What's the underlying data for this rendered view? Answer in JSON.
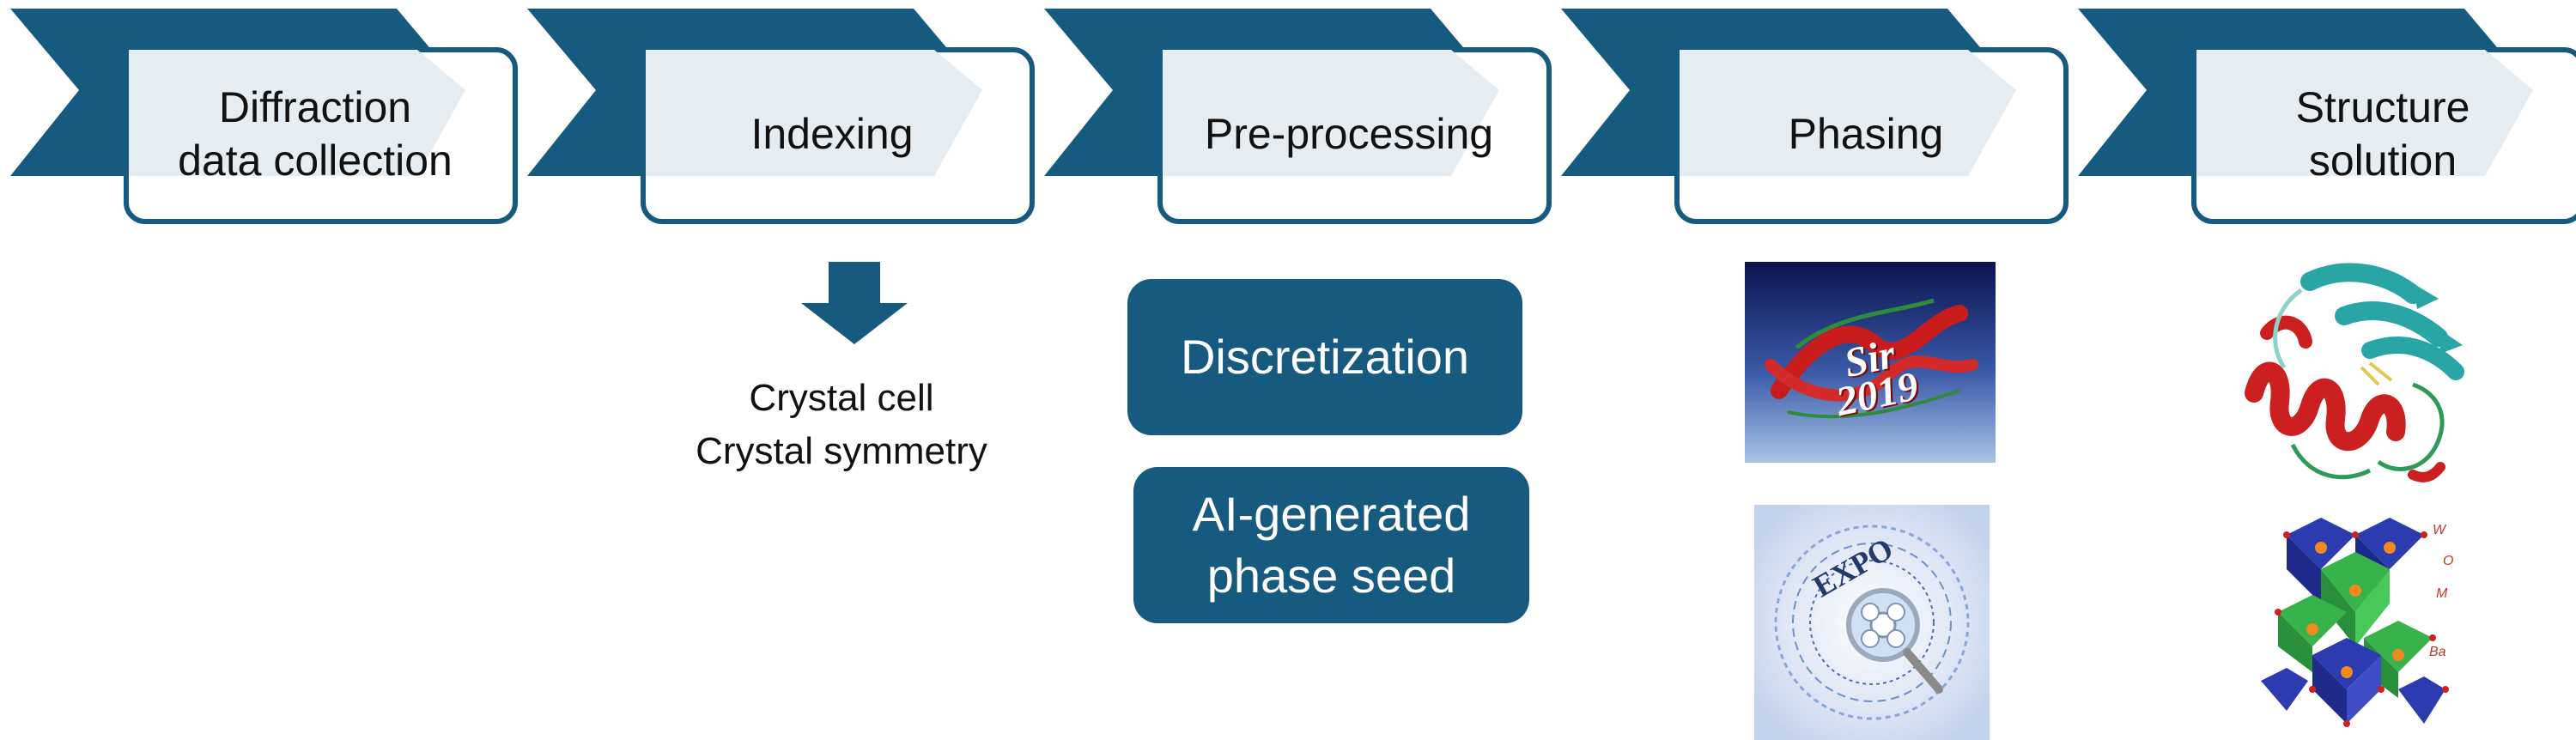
{
  "colors": {
    "chevron": "#175a80",
    "box_fill": "#ffffff",
    "box_overlay": "#e7eef2",
    "pill_fill": "#175a80",
    "pill_text": "#ffffff"
  },
  "stages": [
    {
      "label": "Diffraction\ndata collection"
    },
    {
      "label": "Indexing"
    },
    {
      "label": "Pre-processing"
    },
    {
      "label": "Phasing"
    },
    {
      "label": "Structure\nsolution"
    }
  ],
  "indexing_output": {
    "icon": "down-arrow-icon",
    "caption": "Crystal cell\nCrystal symmetry"
  },
  "preprocessing_steps": [
    {
      "label": "Discretization"
    },
    {
      "label": "AI-generated\nphase seed"
    }
  ],
  "phasing_logos": [
    {
      "icon": "sir2019-logo-icon",
      "text": "Sir\n2019"
    },
    {
      "icon": "expo-logo-icon",
      "text": "EXPO"
    }
  ],
  "structure_images": [
    {
      "icon": "protein-ribbon-structure-icon"
    },
    {
      "icon": "inorganic-polyhedra-structure-icon",
      "labels": [
        "W",
        "O",
        "M",
        "Ba"
      ]
    }
  ]
}
